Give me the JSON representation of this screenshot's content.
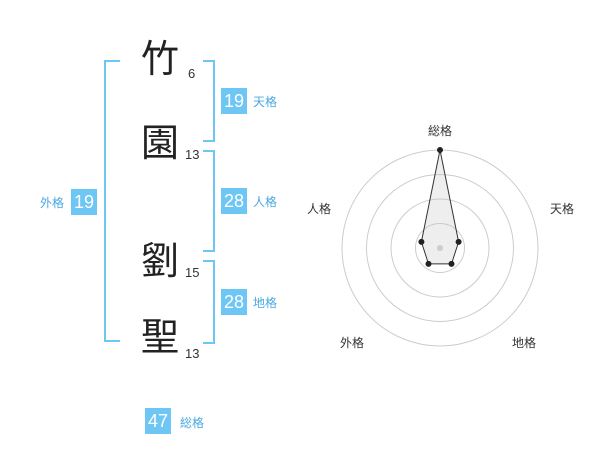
{
  "name": {
    "chars": [
      {
        "char": "竹",
        "strokes": "6"
      },
      {
        "char": "園",
        "strokes": "13"
      },
      {
        "char": "劉",
        "strokes": "15"
      },
      {
        "char": "聖",
        "strokes": "13"
      }
    ]
  },
  "kakusu": {
    "tenkaku": {
      "value": "19",
      "label": "天格"
    },
    "jinkaku": {
      "value": "28",
      "label": "人格"
    },
    "chikaku": {
      "value": "28",
      "label": "地格"
    },
    "gaikaku": {
      "value": "19",
      "label": "外格"
    },
    "soukaku": {
      "value": "47",
      "label": "総格"
    }
  },
  "colors": {
    "accent": "#6ec6f4",
    "text": "#222222"
  },
  "chart_data": {
    "type": "radar",
    "categories": [
      "総格",
      "天格",
      "地格",
      "外格",
      "人格"
    ],
    "values": [
      1.0,
      0.2,
      0.2,
      0.2,
      0.2
    ],
    "rlim": [
      0,
      1
    ],
    "rings": 4
  }
}
